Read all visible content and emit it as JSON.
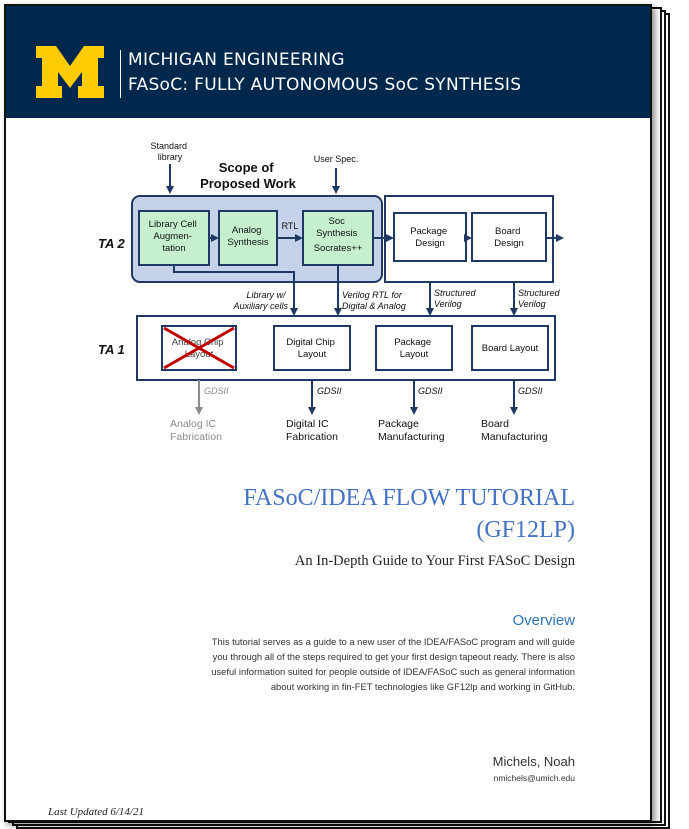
{
  "banner": {
    "brand_line": "MICHIGAN ENGINEERING",
    "project_line": "FASoC: FULLY AUTONOMOUS SoC SYNTHESIS",
    "logo_letter": "M",
    "logo_color": "#ffcb05",
    "background_color": "#00274c"
  },
  "diagram": {
    "inputs": {
      "standard_library": [
        "Standard",
        "library"
      ],
      "user_spec": "User Spec."
    },
    "scope_title": [
      "Scope of",
      "Proposed Work"
    ],
    "ta2_label": "TA 2",
    "ta1_label": "TA 1",
    "ta2_blocks": {
      "library_cell": [
        "Library Cell",
        "Augmen-",
        "tation"
      ],
      "analog_synthesis": [
        "Analog",
        "Synthesis"
      ],
      "soc_synthesis": [
        "Soc",
        "Synthesis",
        "Socrates++"
      ],
      "package_design": [
        "Package",
        "Design"
      ],
      "board_design": [
        "Board",
        "Design"
      ]
    },
    "rtl_label": "RTL",
    "mid_labels": {
      "library_aux": [
        "Library w/",
        "Auxiliary cells"
      ],
      "verilog_rtl": [
        "Verilog RTL for",
        "Digital & Analog"
      ],
      "structured_verilog_1": [
        "Structured",
        "Verilog"
      ],
      "structured_verilog_2": [
        "Structured",
        "Verilog"
      ]
    },
    "ta1_blocks": {
      "analog_chip": [
        "Analog Chip",
        "Layout"
      ],
      "digital_chip": [
        "Digital Chip",
        "Layout"
      ],
      "package_layout": [
        "Package",
        "Layout"
      ],
      "board_layout": "Board Layout"
    },
    "gdsii_labels": [
      "GDSII",
      "GDSII",
      "GDSII",
      "GDSII"
    ],
    "outputs": {
      "analog_ic": [
        "Analog IC",
        "Fabrication"
      ],
      "digital_ic": [
        "Digital IC",
        "Fabrication"
      ],
      "package_mfg": [
        "Package",
        "Manufacturing"
      ],
      "board_mfg": [
        "Board",
        "Manufacturing"
      ]
    },
    "colors": {
      "scope_fill": "#c5d3ea",
      "scope_border": "#1f3864",
      "block_fill": "#c6efce",
      "cross": "#c00000",
      "disabled": "#8c8c8c"
    }
  },
  "title": {
    "line1": "FASoC/IDEA FLOW TUTORIAL",
    "line2": "(GF12LP)"
  },
  "subtitle": "An In-Depth Guide to Your First FASoC Design",
  "overview": {
    "heading": "Overview",
    "lines": [
      "This tutorial serves as a guide to a new user of the IDEA/FASoC program and will guide",
      "you through all of the steps required to get your first design tapeout ready. There is also",
      "useful information suited for people outside of IDEA/FASoC such as general information",
      "about working in fin-FET technologies like GF12lp and working in GitHub."
    ]
  },
  "author": {
    "name": "Michels, Noah",
    "email": "nmichels@umich.edu"
  },
  "last_updated": "Last Updated 6/14/21"
}
